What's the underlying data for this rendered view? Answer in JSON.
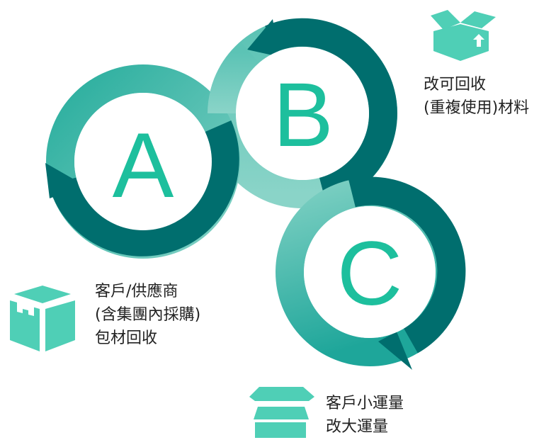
{
  "cycles": [
    {
      "letter": "A",
      "label_lines": [
        "客戶/供應商",
        "(含集團內採購)",
        "包材回收"
      ]
    },
    {
      "letter": "B",
      "label_lines": [
        "改可回收",
        "(重複使用)材料"
      ]
    },
    {
      "letter": "C",
      "label_lines": [
        "客戶小運量",
        "改大運量"
      ]
    }
  ],
  "colors": {
    "dark": "#006e6e",
    "mid": "#1ba99c",
    "light": "#6cc9bd",
    "letter": "#1dbf9d",
    "icon": "#4fcfb6"
  },
  "icons": [
    "box-open-arrow-icon",
    "box-taped-icon",
    "box-lid-icon"
  ]
}
